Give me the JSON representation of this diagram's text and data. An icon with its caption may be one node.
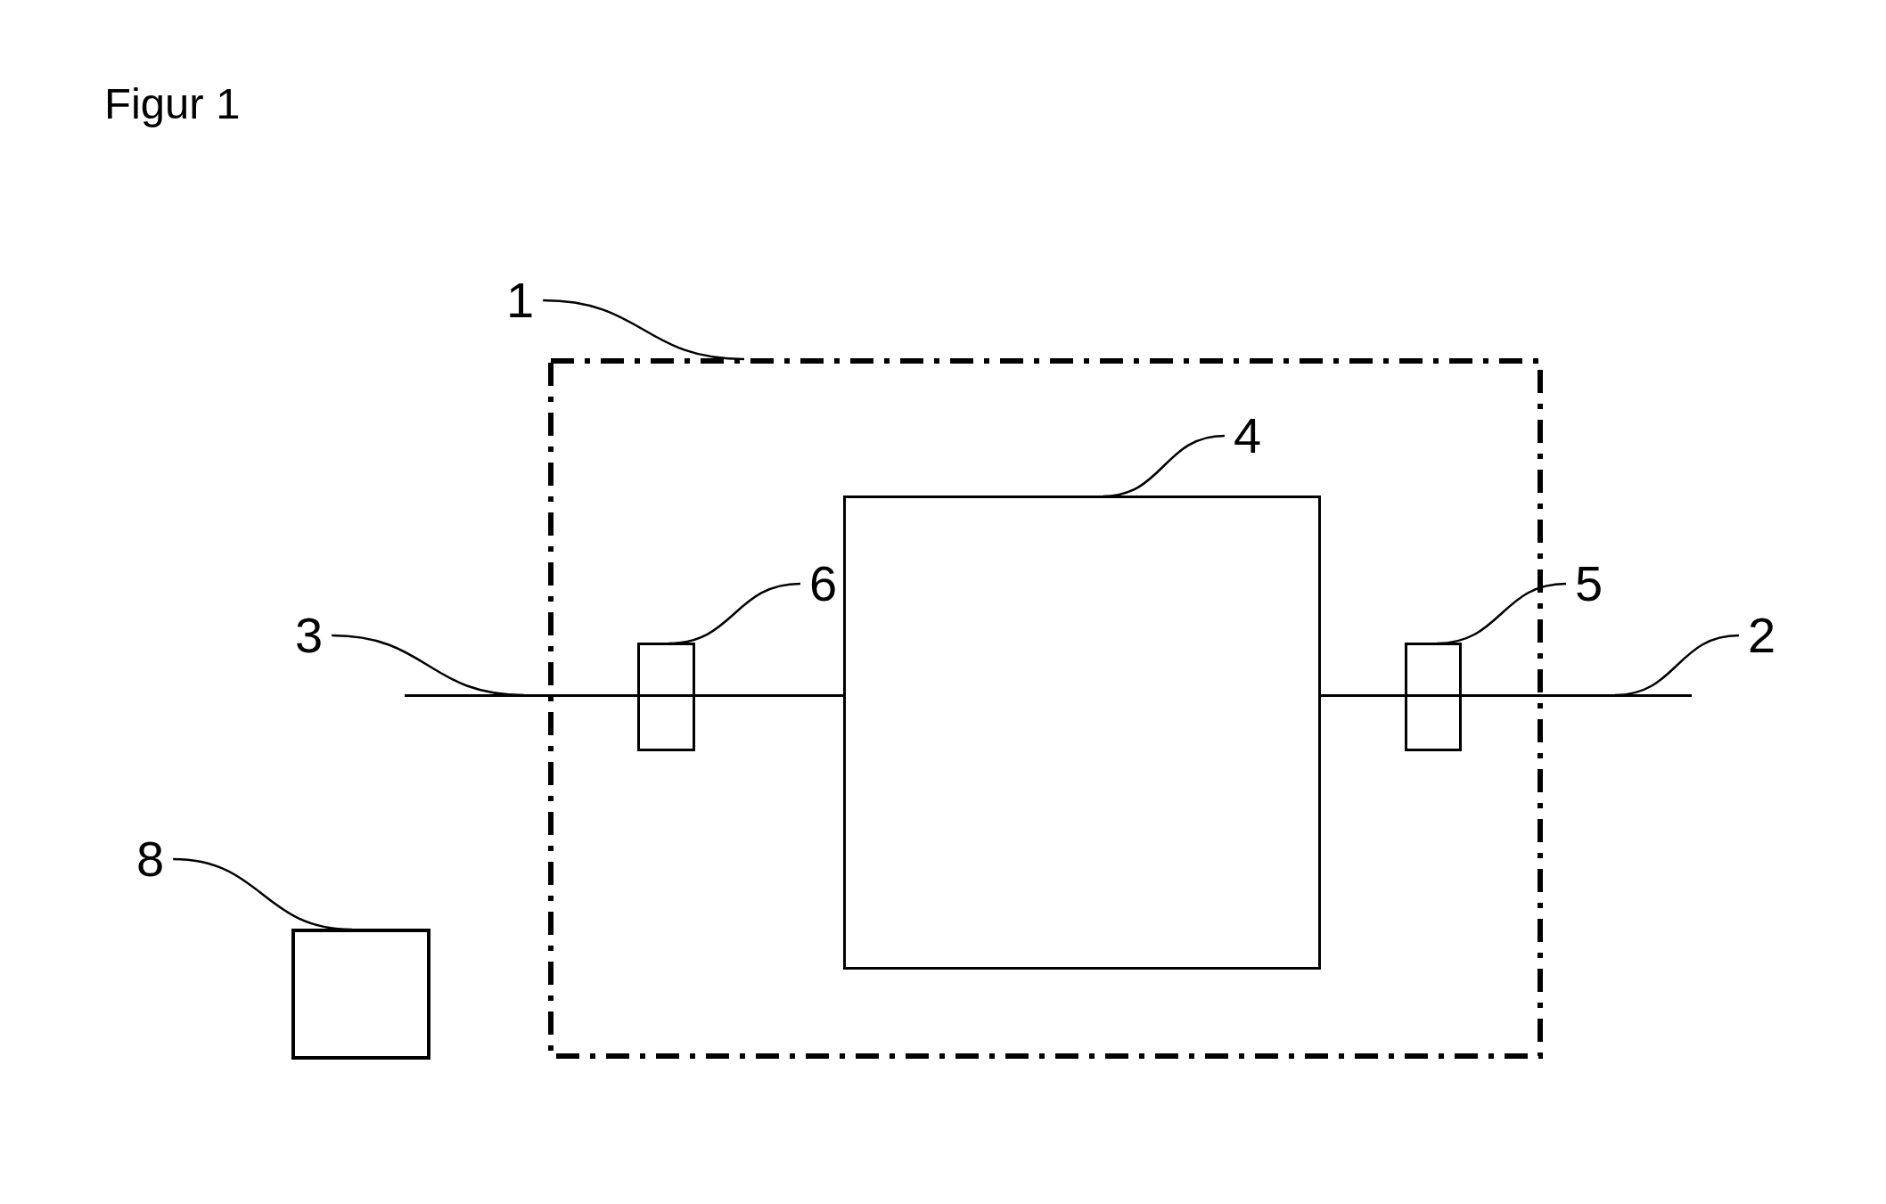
{
  "diagram": {
    "title": "Figur 1",
    "nodes": [
      {
        "text": [
          "1"
        ]
      },
      {
        "text": [],
        "shape": "box"
      },
      {
        "text": [
          "4"
        ],
        "in": 1
      },
      {
        "text": [],
        "shape": "box",
        "in": 1
      },
      {
        "text": [
          "6"
        ],
        "in": 1
      },
      {
        "text": [],
        "shape": "box",
        "in": 1
      },
      {
        "text": [
          "5"
        ]
      },
      {
        "text": [],
        "shape": "box",
        "in": 1
      },
      {
        "text": [
          "3"
        ]
      },
      {
        "text": [],
        "shape": "line"
      },
      {
        "text": [
          "2"
        ]
      },
      {
        "text": [],
        "shape": "line"
      },
      {
        "text": [
          "8"
        ]
      },
      {
        "text": [],
        "shape": "box"
      }
    ],
    "edges": [
      {
        "from": 0,
        "to": 1,
        "arrow": "none"
      },
      {
        "from": 2,
        "to": 3,
        "arrow": "none"
      },
      {
        "from": 4,
        "to": 5,
        "arrow": "none"
      },
      {
        "from": 6,
        "to": 7,
        "arrow": "none"
      },
      {
        "from": 8,
        "to": 9,
        "arrow": "none"
      },
      {
        "from": 10,
        "to": 11,
        "arrow": "none"
      },
      {
        "from": 12,
        "to": 13,
        "arrow": "none"
      }
    ]
  }
}
